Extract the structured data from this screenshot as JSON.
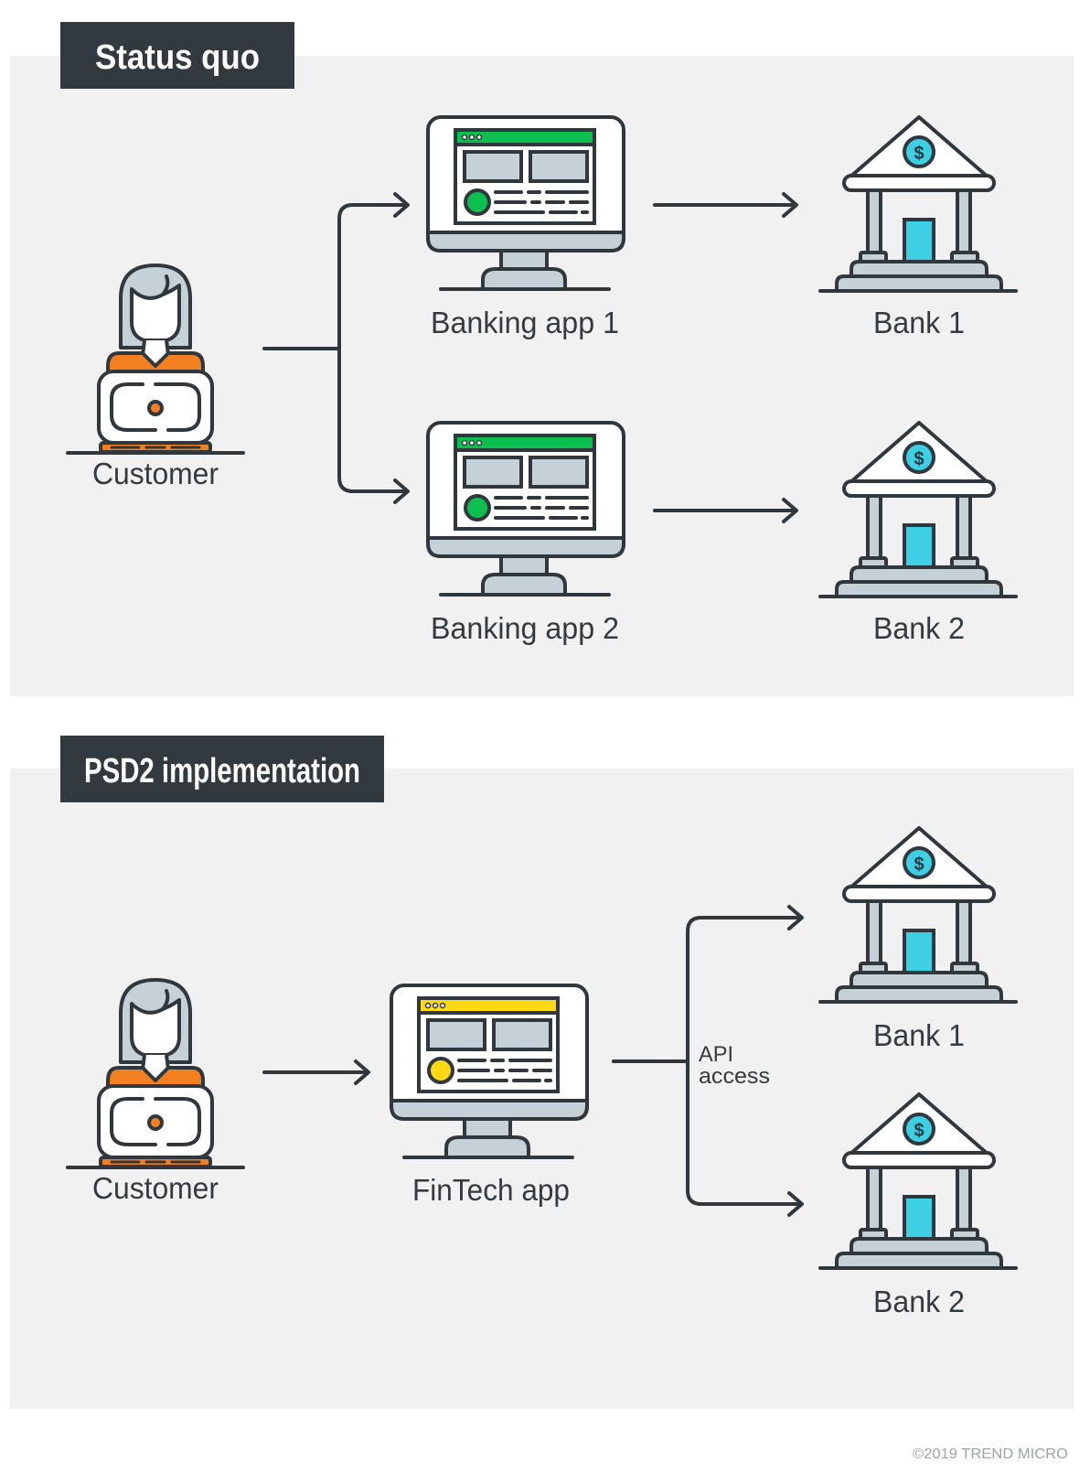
{
  "colors": {
    "dark": "#30373d",
    "panel_bg": "#f1f1f1",
    "label_bg": "#32393f",
    "light_gray": "#c5d1d7",
    "orange": "#f27f20",
    "green": "#0dbf4f",
    "yellow": "#ffd914",
    "cyan": "#3dd0e5",
    "copyright": "#98a6ab"
  },
  "status_quo": {
    "title": "Status quo",
    "customer_label": "Customer",
    "apps": [
      {
        "label": "Banking app 1",
        "accent": "green"
      },
      {
        "label": "Banking app 2",
        "accent": "green"
      }
    ],
    "banks": [
      {
        "label": "Bank 1",
        "icon": "bank-dollar-icon"
      },
      {
        "label": "Bank 2",
        "icon": "bank-dollar-icon"
      }
    ]
  },
  "psd2": {
    "title": "PSD2 implementation",
    "customer_label": "Customer",
    "app": {
      "label": "FinTech app",
      "accent": "yellow"
    },
    "connector_label_line1": "API",
    "connector_label_line2": "access",
    "banks": [
      {
        "label": "Bank 1",
        "icon": "bank-dollar-icon"
      },
      {
        "label": "Bank 2",
        "icon": "bank-dollar-icon"
      }
    ]
  },
  "footer": {
    "copyright": "©2019 TREND MICRO"
  }
}
